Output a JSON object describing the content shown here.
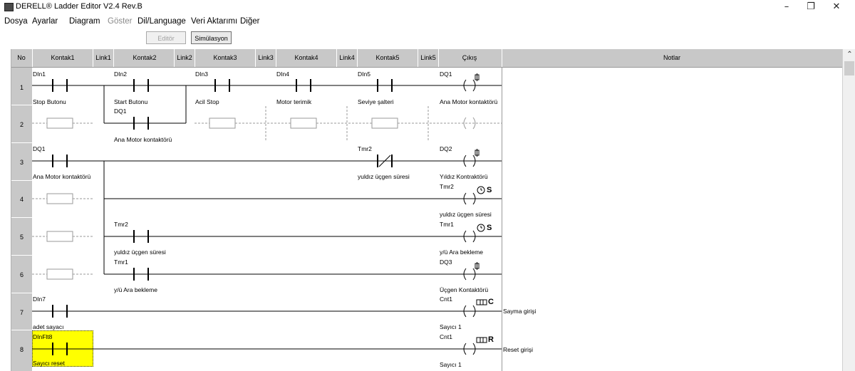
{
  "window": {
    "title": "DERELL® Ladder Editor V2.4 Rev.B",
    "min": "–",
    "max": "❐",
    "close": "✕"
  },
  "menu": {
    "items": [
      {
        "label": "Dosya",
        "enabled": true
      },
      {
        "label": "Ayarlar",
        "enabled": true
      },
      {
        "label": "Diagram",
        "enabled": true
      },
      {
        "label": "Göster",
        "enabled": false
      },
      {
        "label": "Dil/Language",
        "enabled": true
      },
      {
        "label": "Veri Aktarımı",
        "enabled": true
      },
      {
        "label": "Diğer",
        "enabled": true
      }
    ]
  },
  "toolbar": {
    "editor": "Editör",
    "simulation": "Simülasyon"
  },
  "grid": {
    "columns": {
      "no": "No",
      "k1": "Kontak1",
      "l1": "Link1",
      "k2": "Kontak2",
      "l2": "Link2",
      "k3": "Kontak3",
      "l3": "Link3",
      "k4": "Kontak4",
      "l4": "Link4",
      "k5": "Kontak5",
      "l5": "Link5",
      "out": "Çıkış",
      "notes": "Notlar"
    },
    "rows": [
      "1",
      "2",
      "3",
      "4",
      "5",
      "6",
      "7",
      "8"
    ],
    "labels": {
      "r1k1_name": "DIn1",
      "r1k1_desc": "Stop Butonu",
      "r1k2_name": "DIn2",
      "r1k2_desc": "Start Butonu",
      "r1k3_name": "DIn3",
      "r1k3_desc": "Acil Stop",
      "r1k4_name": "DIn4",
      "r1k4_desc": "Motor terimik",
      "r1k5_name": "DIn5",
      "r1k5_desc": "Seviye şalteri",
      "r1out_name": "DQ1",
      "r1out_desc": "Ana Motor kontaktörü",
      "r2k2_name": "DQ1",
      "r2k2_desc": "Ana Motor kontaktörü",
      "r3k1_name": "DQ1",
      "r3k1_desc": "Ana Motor kontaktörü",
      "r3k5_name": "Tmr2",
      "r3k5_desc": "yuldız üçgen süresi",
      "r3out_name": "DQ2",
      "r3out_desc": "Yıldız Kontraktörü",
      "r4out_name": "Tmr2",
      "r4out_desc": "yuldız üçgen süresi",
      "r5k2_name": "Tmr2",
      "r5k2_desc": "yuldız üçgen süresi",
      "r5out_name": "Tmr1",
      "r5out_desc": "y/ü Ara bekleme",
      "r6k2_name": "Tmr1",
      "r6k2_desc": "y/ü Ara bekleme",
      "r6out_name": "DQ3",
      "r6out_desc": "Üçgen Kontaktörü",
      "r7k1_name": "DIn7",
      "r7k1_desc": "adet sayacı",
      "r7out_name": "Cnt1",
      "r7out_desc": "Sayıcı 1",
      "r7note": "Sayma girişi",
      "r8k1_name": "DInFlt8",
      "r8k1_desc": "Sayıcı reset",
      "r8out_name": "Cnt1",
      "r8out_desc": "Sayıcı 1",
      "r8note": "Reset girişi",
      "timer_mark": "S",
      "counter_c": "C",
      "counter_r": "R"
    }
  },
  "colors": {
    "header_bg": "#c8c8c8",
    "highlight": "#ffff00",
    "wire": "#000000",
    "empty": "#9a9a9a"
  }
}
